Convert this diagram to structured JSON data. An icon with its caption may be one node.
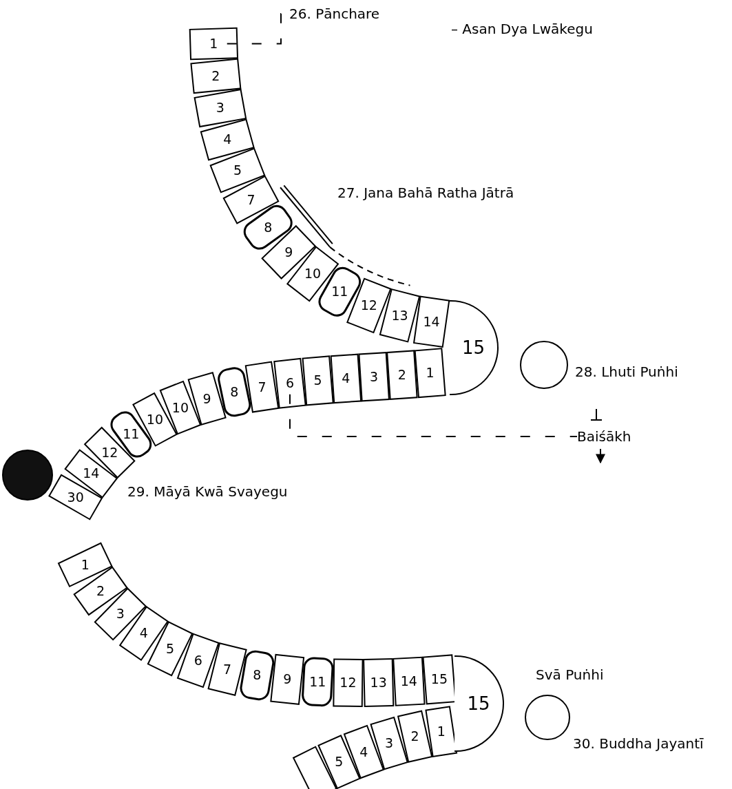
{
  "diagram": {
    "nodes": [
      {
        "text": [
          "1"
        ]
      },
      {
        "text": [
          "2"
        ]
      },
      {
        "text": [
          "3"
        ]
      },
      {
        "text": [
          "4"
        ]
      },
      {
        "text": [
          "5"
        ]
      },
      {
        "text": [
          "7"
        ]
      },
      {
        "text": [
          "8"
        ]
      },
      {
        "text": [
          "9"
        ]
      },
      {
        "text": [
          "10"
        ]
      },
      {
        "text": [
          "11"
        ]
      },
      {
        "text": [
          "12"
        ]
      },
      {
        "text": [
          "13"
        ]
      },
      {
        "text": [
          "14"
        ]
      },
      {
        "text": [
          "15"
        ]
      },
      {
        "text": [],
        "shape": "circle",
        "beside": [
          "28. Lhuti Puṅhi"
        ]
      },
      {
        "text": [
          "1"
        ]
      },
      {
        "text": [
          "2"
        ]
      },
      {
        "text": [
          "3"
        ]
      },
      {
        "text": [
          "4"
        ]
      },
      {
        "text": [
          "5"
        ]
      },
      {
        "text": [
          "6"
        ]
      },
      {
        "text": [
          "7"
        ]
      },
      {
        "text": [
          "8"
        ]
      },
      {
        "text": [
          "9"
        ]
      },
      {
        "text": [
          "10"
        ]
      },
      {
        "text": [
          "10"
        ]
      },
      {
        "text": [
          "11"
        ]
      },
      {
        "text": [
          "12"
        ]
      },
      {
        "text": [
          "14"
        ]
      },
      {
        "text": [
          "30"
        ]
      },
      {
        "text": [],
        "shape": "circle"
      },
      {
        "text": [
          "1"
        ]
      },
      {
        "text": [
          "2"
        ]
      },
      {
        "text": [
          "3"
        ]
      },
      {
        "text": [
          "4"
        ]
      },
      {
        "text": [
          "5"
        ]
      },
      {
        "text": [
          "6"
        ]
      },
      {
        "text": [
          "7"
        ]
      },
      {
        "text": [
          "8"
        ]
      },
      {
        "text": [
          "9"
        ]
      },
      {
        "text": [
          "11"
        ]
      },
      {
        "text": [
          "12"
        ]
      },
      {
        "text": [
          "13"
        ]
      },
      {
        "text": [
          "14"
        ]
      },
      {
        "text": [
          "15"
        ]
      },
      {
        "text": [
          "15"
        ]
      },
      {
        "text": [
          "1"
        ]
      },
      {
        "text": [
          "2"
        ]
      },
      {
        "text": [
          "3"
        ]
      },
      {
        "text": [
          "4"
        ]
      },
      {
        "text": [
          "5"
        ]
      },
      {
        "text": [],
        "shape": "box"
      },
      {
        "text": [],
        "shape": "circle",
        "beside": [
          "Svā Puṅhi",
          "30. Buddha Jayantī"
        ]
      },
      {
        "text": [
          "26. Pānchare"
        ]
      },
      {
        "text": [
          "Baiśākh"
        ]
      }
    ],
    "edges": [
      {
        "from": 0,
        "to": 53,
        "arrow": "none",
        "style": "dashed"
      },
      {
        "from": 20,
        "to": 54,
        "arrow": "none",
        "style": "dashed"
      }
    ],
    "labels": [
      "– Asan Dya Lwākegu",
      "27. Jana Bahā Ratha Jātrā",
      "29. Māyā Kwā Svayegu"
    ]
  }
}
